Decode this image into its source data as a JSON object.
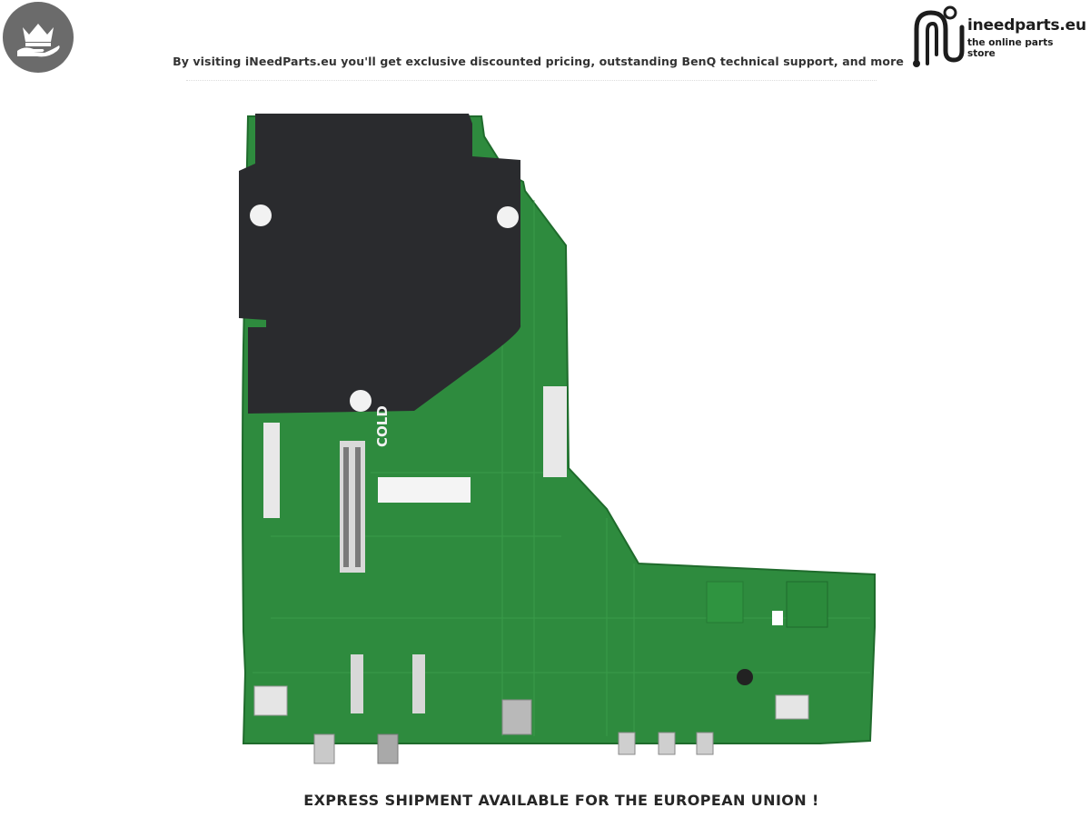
{
  "header": {
    "tagline": "By visiting iNeedParts.eu you'll get exclusive discounted pricing, outstanding BenQ technical support, and more",
    "badge_icon": "crown-hand-icon",
    "logo": {
      "brand": "ineedparts.eu",
      "slogan": "the online parts store",
      "icon": "ineedparts-logo-icon"
    }
  },
  "product_image": {
    "subject": "pcb-main-board",
    "board_labels": {
      "cold": "COLD"
    }
  },
  "footer": {
    "banner": "EXPRESS SHIPMENT AVAILABLE FOR THE EUROPEAN UNION !"
  },
  "colors": {
    "badge_bg": "#6b6b6b",
    "pcb_green": "#2e8b3e",
    "shield_black": "#2a2b2e",
    "text_dark": "#262626"
  }
}
